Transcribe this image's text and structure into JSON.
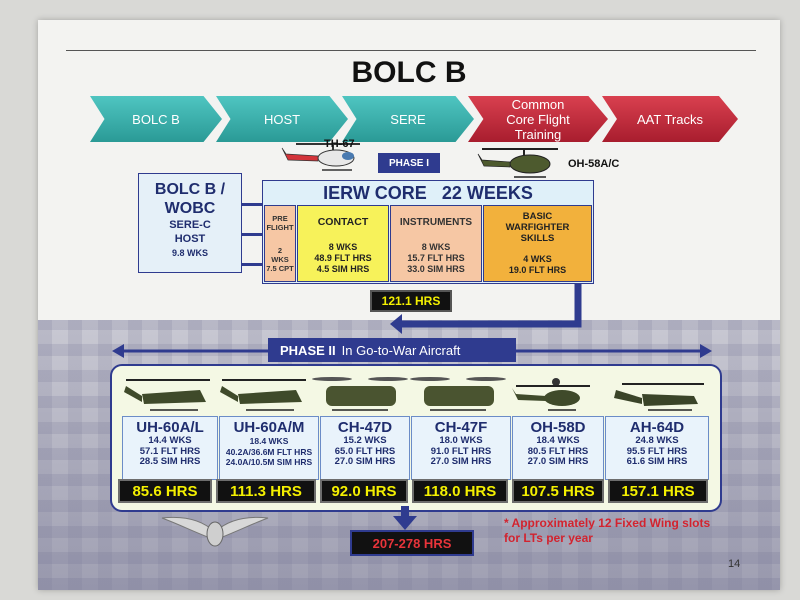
{
  "title": "BOLC B",
  "flow": [
    {
      "label": "BOLC B"
    },
    {
      "label": "HOST"
    },
    {
      "label": "SERE"
    },
    {
      "label": "Common Core Flight Training"
    },
    {
      "label": "AAT Tracks"
    }
  ],
  "helicopters": {
    "th67": "TH-67",
    "oh58": "OH-58A/C"
  },
  "phase1": {
    "label": "PHASE I"
  },
  "bolc_box": {
    "line1": "BOLC B /",
    "line2": "WOBC",
    "line3": "SERE-C",
    "line4": "HOST",
    "line5": "9.8 WKS"
  },
  "ierw": {
    "title": "IERW CORE   22 WEEKS",
    "columns": [
      {
        "head": "PRE FLIGHT",
        "detail": [
          "2",
          "WKS",
          "7.5 CPT"
        ]
      },
      {
        "head": "CONTACT",
        "detail": [
          "8 WKS",
          "48.9 FLT HRS",
          "4.5 SIM HRS"
        ]
      },
      {
        "head": "INSTRUMENTS",
        "detail": [
          "8 WKS",
          "15.7 FLT HRS",
          "33.0 SIM HRS"
        ]
      },
      {
        "head": "BASIC WARFIGHTER SKILLS",
        "detail": [
          "4 WKS",
          "19.0 FLT HRS"
        ]
      }
    ],
    "total": "121.1 HRS"
  },
  "phase2": {
    "label": "PHASE II",
    "sub": "In Go-to-War Aircraft"
  },
  "aircraft": [
    {
      "name": "UH-60A/L",
      "l1": "14.4 WKS",
      "l2": "57.1 FLT HRS",
      "l3": "28.5 SIM HRS",
      "hrs": "85.6 HRS"
    },
    {
      "name": "UH-60A/M",
      "l1": "18.4 WKS",
      "l2": "40.2A/36.6M FLT HRS",
      "l3": "24.0A/10.5M SIM HRS",
      "hrs": "111.3 HRS"
    },
    {
      "name": "CH-47D",
      "l1": "15.2 WKS",
      "l2": "65.0 FLT HRS",
      "l3": "27.0 SIM HRS",
      "hrs": "92.0 HRS"
    },
    {
      "name": "CH-47F",
      "l1": "18.0 WKS",
      "l2": "91.0 FLT HRS",
      "l3": "27.0 SIM HRS",
      "hrs": "118.0 HRS"
    },
    {
      "name": "OH-58D",
      "l1": "18.4 WKS",
      "l2": "80.5 FLT HRS",
      "l3": "27.0 SIM HRS",
      "hrs": "107.5 HRS"
    },
    {
      "name": "AH-64D",
      "l1": "24.8 WKS",
      "l2": "95.5 FLT HRS",
      "l3": "61.6 SIM HRS",
      "hrs": "157.1 HRS"
    }
  ],
  "total_range": "207-278 HRS",
  "note": "* Approximately 12 Fixed Wing slots for LTs per year",
  "page_number": "14",
  "colors": {
    "teal": "#2a9a96",
    "red": "#a81d2e",
    "navy": "#2f3b8f",
    "yellow": "#f4f000",
    "orange": "#f2b13c",
    "peach": "#f6c7a4"
  }
}
